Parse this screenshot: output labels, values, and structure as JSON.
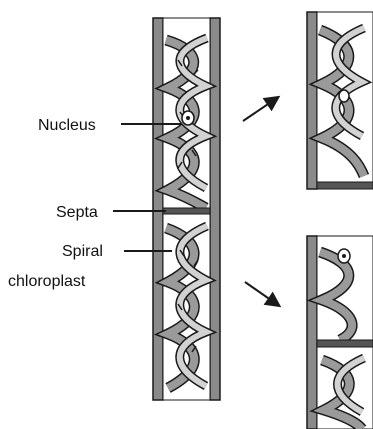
{
  "labels": {
    "nucleus": "Nucleus",
    "septa": "Septa",
    "spiral_line1": "Spiral",
    "spiral_line2": "chloroplast"
  },
  "colors": {
    "ink": "#1a1a1a",
    "wall": "#8a8a8a",
    "wall_dark": "#555555",
    "ribbon": "#9a9a9a",
    "ribbon_light": "#d2d2d2",
    "background": "#ffffff"
  },
  "icons": {
    "growth_arrow": "arrow-right-diagonal"
  }
}
